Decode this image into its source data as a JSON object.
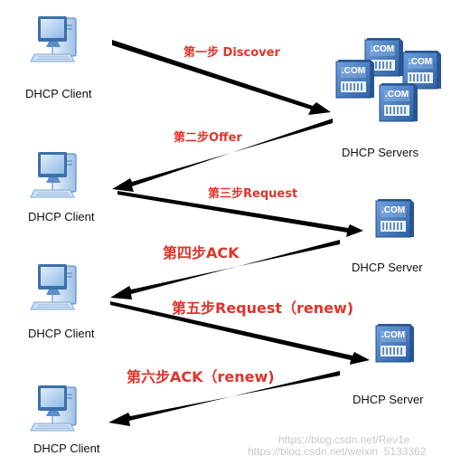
{
  "clients": [
    {
      "label": "DHCP Client"
    },
    {
      "label": "DHCP Client"
    },
    {
      "label": "DHCP Client"
    },
    {
      "label": "DHCP Client"
    }
  ],
  "servers": [
    {
      "label": "DHCP Servers"
    },
    {
      "label": "DHCP Server"
    },
    {
      "label": "DHCP Server"
    }
  ],
  "server_badge_text": ".COM",
  "steps": [
    {
      "label": "第一步 Discover"
    },
    {
      "label": "第二步Offer"
    },
    {
      "label": "第三步Request"
    },
    {
      "label": "第四步ACK"
    },
    {
      "label": "第五步Request（renew)"
    },
    {
      "label": "第六步ACK（renew)"
    }
  ],
  "watermark": {
    "line1": "https://blog.csdn.net/Rev1e",
    "line2": "https://blog.csdn.net/weixin_5133362"
  },
  "colors": {
    "arrow": "#000000",
    "step_text": "#e0342a",
    "server_blue": "#3f7bc4",
    "computer_blue": "#4a8ad6"
  }
}
